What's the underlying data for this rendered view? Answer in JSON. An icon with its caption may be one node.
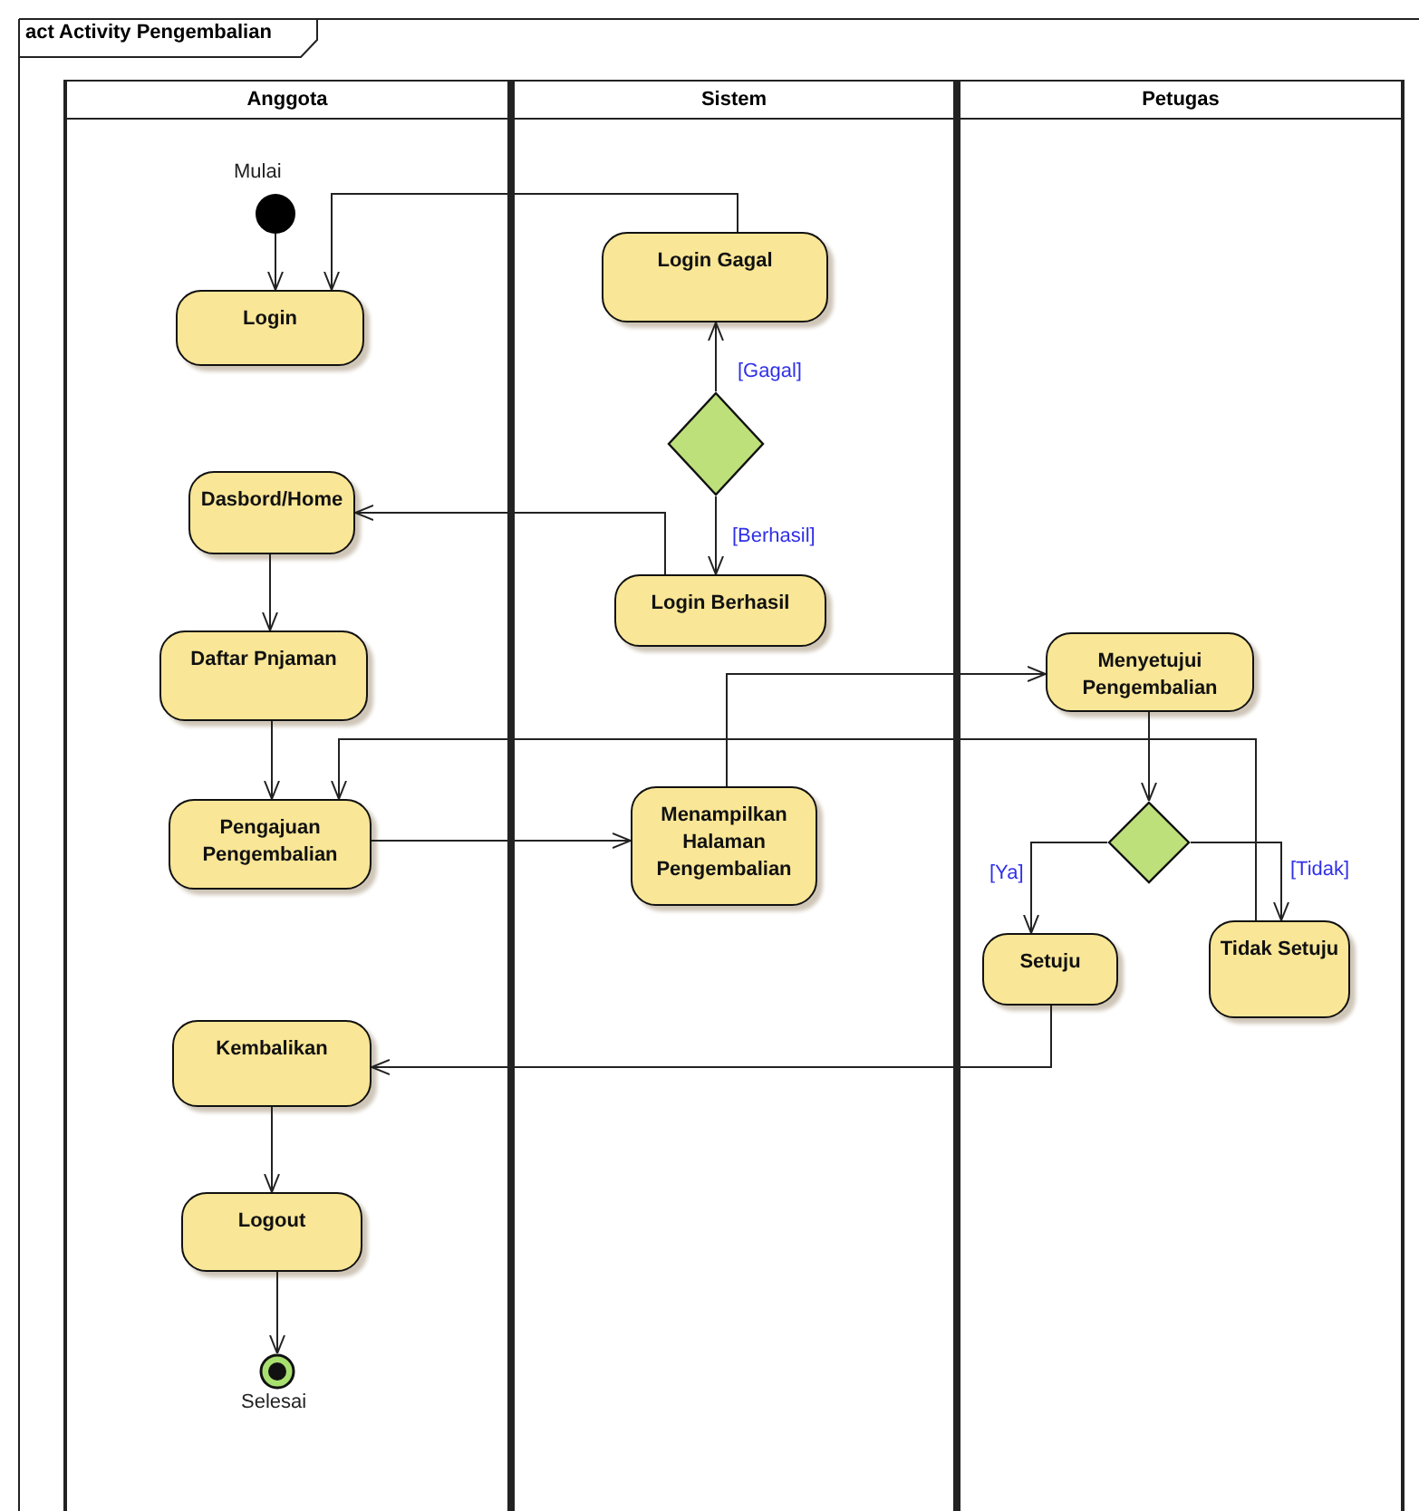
{
  "diagram": {
    "title": "act Activity Pengembalian",
    "nodes": [
      {
        "text": [
          "Anggota"
        ]
      },
      {
        "text": [
          "Sistem"
        ]
      },
      {
        "text": [
          "Petugas"
        ]
      },
      {
        "text": [],
        "shape": "circle",
        "in": 0,
        "beside": [
          "Mulai"
        ]
      },
      {
        "text": [
          "Login"
        ],
        "in": 0
      },
      {
        "text": [
          "Login Gagal"
        ],
        "in": 1
      },
      {
        "text": [],
        "shape": "diamond",
        "in": 1
      },
      {
        "text": [
          "Dasbord/Home"
        ],
        "in": 0
      },
      {
        "text": [
          "Login Berhasil"
        ],
        "in": 1
      },
      {
        "text": [
          "Daftar Pnjaman"
        ],
        "in": 0
      },
      {
        "text": [
          "Menyetujui Pengembalian"
        ],
        "in": 2
      },
      {
        "text": [
          "Pengajuan Pengembalian"
        ],
        "in": 0
      },
      {
        "text": [
          "Menampilkan Halaman Pengembalian"
        ],
        "in": 1
      },
      {
        "text": [],
        "shape": "diamond",
        "in": 2
      },
      {
        "text": [
          "Setuju"
        ],
        "in": 2
      },
      {
        "text": [
          "Tidak Setuju"
        ],
        "in": 2
      },
      {
        "text": [
          "Kembalikan"
        ],
        "in": 0
      },
      {
        "text": [
          "Logout"
        ],
        "in": 0
      },
      {
        "text": [],
        "shape": "circle",
        "in": 0,
        "beside": [
          "Selesai"
        ]
      }
    ],
    "edges": [
      {
        "from": 3,
        "to": 4,
        "arrow": "to"
      },
      {
        "from": 5,
        "to": 4,
        "arrow": "to"
      },
      {
        "from": 6,
        "to": 5,
        "arrow": "to",
        "label": "[Gagal]"
      },
      {
        "from": 6,
        "to": 8,
        "arrow": "to",
        "label": "[Berhasil]"
      },
      {
        "from": 8,
        "to": 7,
        "arrow": "to"
      },
      {
        "from": 7,
        "to": 9,
        "arrow": "to"
      },
      {
        "from": 9,
        "to": 11,
        "arrow": "to"
      },
      {
        "from": 15,
        "to": 11,
        "arrow": "to"
      },
      {
        "from": 11,
        "to": 12,
        "arrow": "to"
      },
      {
        "from": 12,
        "to": 10,
        "arrow": "to"
      },
      {
        "from": 10,
        "to": 13,
        "arrow": "to"
      },
      {
        "from": 13,
        "to": 14,
        "arrow": "to",
        "label": "[Ya]"
      },
      {
        "from": 13,
        "to": 15,
        "arrow": "to",
        "label": "[Tidak]"
      },
      {
        "from": 14,
        "to": 16,
        "arrow": "to"
      },
      {
        "from": 16,
        "to": 17,
        "arrow": "to"
      },
      {
        "from": 17,
        "to": 18,
        "arrow": "to"
      }
    ]
  }
}
